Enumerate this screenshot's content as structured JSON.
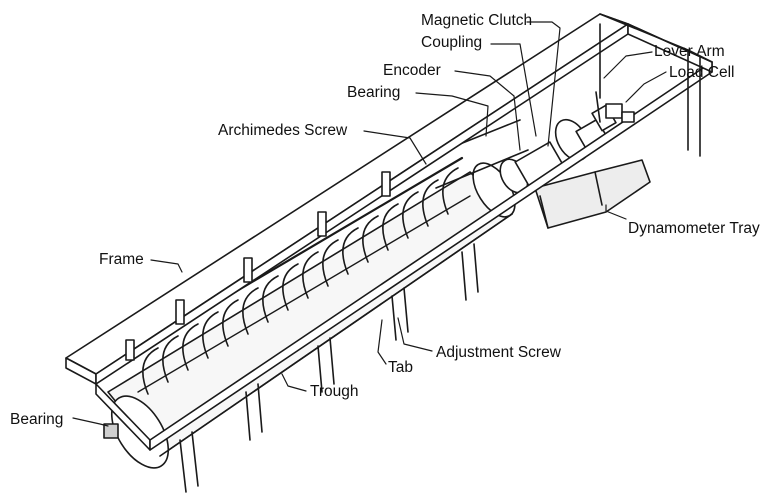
{
  "labels": {
    "magnetic_clutch": "Magnetic Clutch",
    "coupling": "Coupling",
    "lever_arm": "Lever Arm",
    "load_cell": "Load Cell",
    "encoder": "Encoder",
    "bearing_top": "Bearing",
    "archimedes_screw": "Archimedes Screw",
    "dynamometer_tray": "Dynamometer Tray",
    "frame": "Frame",
    "adjustment_screw": "Adjustment Screw",
    "tab": "Tab",
    "trough": "Trough",
    "bearing_bottom": "Bearing"
  },
  "colors": {
    "line": "#1a1a1a",
    "fill": "#ffffff",
    "shade": "#d6d6d6"
  }
}
